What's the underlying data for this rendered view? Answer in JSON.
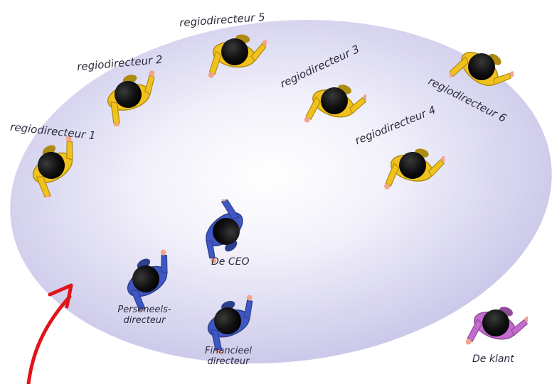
{
  "diagram": {
    "people": [
      {
        "id": "rd1",
        "label": "regiodirecteur 1",
        "role": "regional-director",
        "color": "#f2c21c"
      },
      {
        "id": "rd2",
        "label": "regiodirecteur 2",
        "role": "regional-director",
        "color": "#f2c21c"
      },
      {
        "id": "rd3",
        "label": "regiodirecteur 3",
        "role": "regional-director",
        "color": "#f2c21c"
      },
      {
        "id": "rd4",
        "label": "regiodirecteur 4",
        "role": "regional-director",
        "color": "#f2c21c"
      },
      {
        "id": "rd5",
        "label": "regiodirecteur 5",
        "role": "regional-director",
        "color": "#f2c21c"
      },
      {
        "id": "rd6",
        "label": "regiodirecteur 6",
        "role": "regional-director",
        "color": "#f2c21c"
      },
      {
        "id": "ceo",
        "label": "De CEO",
        "role": "ceo",
        "color": "#3f57c4"
      },
      {
        "id": "hr",
        "label_line1": "Personeels-",
        "label_line2": "directeur",
        "role": "hr-director",
        "color": "#3f57c4"
      },
      {
        "id": "fin",
        "label_line1": "Financieel",
        "label_line2": "directeur",
        "role": "finance-director",
        "color": "#3f57c4"
      },
      {
        "id": "klant",
        "label": "De klant",
        "role": "customer",
        "color": "#c46ad0"
      }
    ],
    "colors": {
      "ellipse_center": "#ffffff",
      "ellipse_edge": "#c6c3e8",
      "arrow": "#e0141a",
      "head": "#111111"
    }
  }
}
